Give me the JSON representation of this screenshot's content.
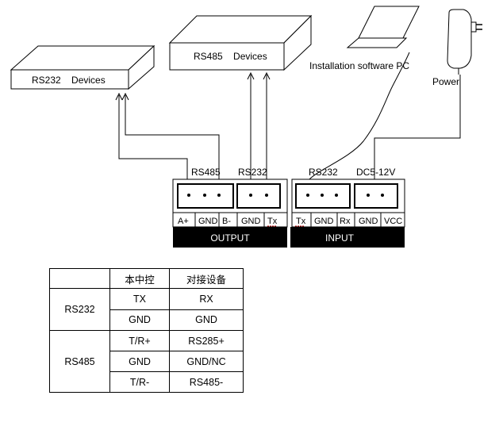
{
  "devices": {
    "rs232": "RS232    Devices",
    "rs485": "RS485    Devices",
    "pc": "Installation software PC",
    "power": "Power"
  },
  "output": {
    "group_rs485": "RS485",
    "group_rs232": "RS232",
    "pins": [
      "A+",
      "GND",
      "B-",
      "GND",
      "Tx"
    ],
    "bar": "OUTPUT"
  },
  "input": {
    "group_rs232": "RS232",
    "group_dc": "DC5-12V",
    "pins": [
      "Tx",
      "GND",
      "Rx",
      "GND",
      "VCC"
    ],
    "bar": "INPUT"
  },
  "table": {
    "headers": [
      "",
      "本中控",
      "对接设备"
    ],
    "groups": [
      {
        "name": "RS232",
        "rows": [
          [
            "TX",
            "RX"
          ],
          [
            "GND",
            "GND"
          ]
        ]
      },
      {
        "name": "RS485",
        "rows": [
          [
            "T/R+",
            "RS285+"
          ],
          [
            "GND",
            "GND/NC"
          ],
          [
            "T/R-",
            "RS485-"
          ]
        ]
      }
    ]
  }
}
